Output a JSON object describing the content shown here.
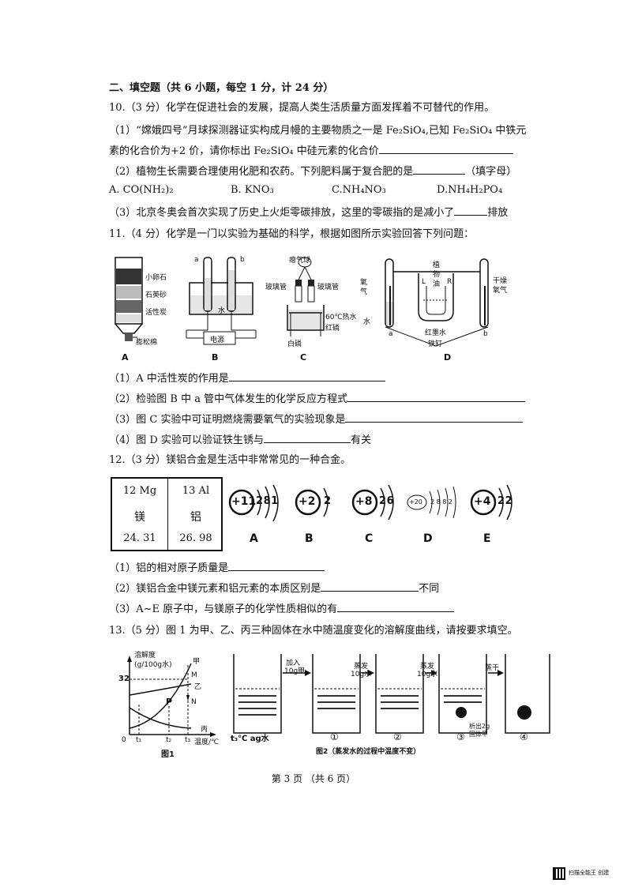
{
  "section": {
    "title": "二、填空题（共 6 小题，每空 1 分，计 24 分）"
  },
  "q10": {
    "stem": "10.（3 分）化学在促进社会的发展，提高人类生活质量方面发挥着不可替代的作用。",
    "p1a": "（1）“嫦娥四号”月球探测器证实构成月幔的主要物质之一是 Fe₂SiO₄,已知 Fe₂SiO₄ 中铁元",
    "p1b": "素的化合价为+2 价，请你标出 Fe₂SiO₄ 中硅元素的化合价",
    "p2": "（2）植物生长需要合理使用化肥和农药。下列肥料属于复合肥的是",
    "p2_tail": "（填字母）",
    "options": [
      "A.  CO(NH₂)₂",
      "B.  KNO₃",
      "C.NH₄NO₃",
      "D.NH₄H₂PO₄"
    ],
    "p3": "（3）北京冬奥会首次实现了历史上火炬零碳排放，这里的零碳指的是减小了",
    "p3_tail": "排放"
  },
  "q11": {
    "stem": "11.（4 分）化学是一门以实验为基础的科学，根据如图所示实验回答下列问题：",
    "figA": {
      "labels": [
        "小卵石",
        "石英砂",
        "活性炭",
        "膨松棉"
      ],
      "caption": "A"
    },
    "figB": {
      "a": "a",
      "b": "b",
      "power": "电源",
      "water": "水",
      "caption": "B"
    },
    "figC": {
      "labels": [
        "瘪气球",
        "玻璃管",
        "玻璃管",
        "60℃热水",
        "红磷",
        "白磷"
      ],
      "caption": "C"
    },
    "figD": {
      "labels": [
        "植",
        "物",
        "油",
        "L",
        "R",
        "氧",
        "气",
        "干燥",
        "氧气",
        "水",
        "a",
        "b",
        "红墨水",
        "铁钉"
      ],
      "caption": "D"
    },
    "p1": "（1）A 中活性炭的作用是",
    "p2": "（2）检验图 B 中 a 管中气体发生的化学反应方程式",
    "p3": "（3）图 C 实验中可证明燃烧需要氧气的实验现象是",
    "p4": "（4）图 D 实验可以验证铁生锈与",
    "p4_tail": "有关"
  },
  "q12": {
    "stem": "12.（3 分）镁铝合金是生活中非常常见的一种合金。",
    "mg": {
      "num": "12 Mg",
      "name": "镁",
      "mass": "24. 31"
    },
    "al": {
      "num": "13 Al",
      "name": "铝",
      "mass": "26. 98"
    },
    "atoms": [
      {
        "nucleus": "+11",
        "shells": "2 8 1",
        "label": "A"
      },
      {
        "nucleus": "+2",
        "shells": "2",
        "label": "B"
      },
      {
        "nucleus": "+8",
        "shells": "2 6",
        "label": "C"
      },
      {
        "nucleus": "+20",
        "shells": "2 8 8 2",
        "label": "D"
      },
      {
        "nucleus": "+4",
        "shells": "2 2",
        "label": "E"
      }
    ],
    "p1": "（1）铝的相对原子质量是",
    "p2": "（2）镁铝合金中镁元素和铝元素的本质区别是",
    "p2_tail": "不同",
    "p3": "（3）A~E 原子中，与镁原子的化学性质相似的有"
  },
  "q13": {
    "stem": "13.（5 分）图 1 为甲、乙、丙三种固体在水中随温度变化的溶解度曲线，请按要求填空。",
    "fig1": {
      "ylabel": "溶解度",
      "yunit": "(g/100g水)",
      "y32": "32",
      "o": "0",
      "t1": "t₁",
      "t2": "t₂",
      "t3": "t₃",
      "xlabel": "温度/℃",
      "jia": "甲",
      "yi": "乙",
      "bing": "丙",
      "M": "M",
      "N": "N",
      "P": "P",
      "caption": "图1"
    },
    "fig2": {
      "start": "t₃℃  ag水",
      "step1a": "加入",
      "step1b": "10g甲",
      "step2a": "蒸发",
      "step2b": "10g水",
      "step3a": "蒸发",
      "step3b": "10g水",
      "step4": "蒸干",
      "n1": "①",
      "n2": "②",
      "n3": "③",
      "n4": "④",
      "precip1": "析出2g",
      "precip2": "固体甲",
      "caption": "图2（蒸发水的过程中温度不变）"
    }
  },
  "footer": "第 3 页  （共 6 页）",
  "scanner": "扫描全能王 创建"
}
